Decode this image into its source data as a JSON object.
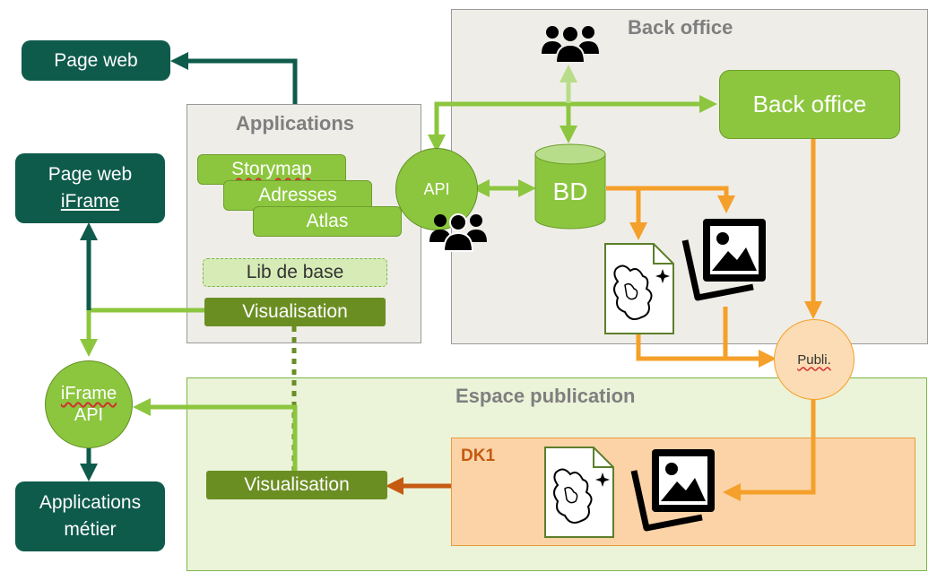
{
  "regions": {
    "back_office": "Back office",
    "applications": "Applications",
    "publication": "Espace publication",
    "dk1": "DK1"
  },
  "boxes": {
    "page_web": "Page web",
    "page_web_iframe_line1": "Page web",
    "page_web_iframe_line2": "iFrame",
    "applications_metier_line1": "Applications",
    "applications_metier_line2": "métier",
    "storymap": "Storymap",
    "adresses": "Adresses",
    "atlas": "Atlas",
    "lib_de_base": "Lib de base",
    "visualisation_apps": "Visualisation",
    "visualisation_pub": "Visualisation",
    "back_office_app": "Back office",
    "api": "API",
    "bd": "BD",
    "iframe_api_line1": "iFrame",
    "iframe_api_line2": "API",
    "publi": "Publi."
  },
  "icons": [
    "users-group-icon",
    "map-document-icon",
    "photo-gallery-icon"
  ],
  "colors": {
    "dark_green": "#0e5b4c",
    "lime": "#8cc63f",
    "olive": "#6b8e23",
    "orange": "#f5a02a",
    "back_office_bg": "#efede8",
    "publication_bg": "#ebf3d9",
    "dk1_bg": "#fbd3a7"
  }
}
